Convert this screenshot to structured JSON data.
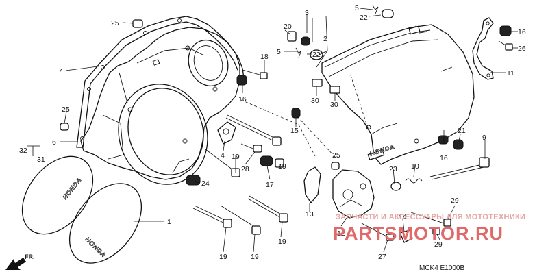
{
  "callouts": {
    "n1": "1",
    "n2": "2",
    "n3": "3",
    "n4": "4",
    "n5a": "5",
    "n5b": "5",
    "n6": "6",
    "n7": "7",
    "n9": "9",
    "n10": "10",
    "n11": "11",
    "n12": "12",
    "n13": "13",
    "n14": "14",
    "n15": "15",
    "n16a": "16",
    "n16b": "16",
    "n16c": "16",
    "n17": "17",
    "n18": "18",
    "n19a": "19",
    "n19b": "19",
    "n19c": "19",
    "n19d": "19",
    "n19e": "19",
    "n20": "20",
    "n21": "21",
    "n22a": "22",
    "n22b": "22",
    "n23": "23",
    "n24": "24",
    "n25a": "25",
    "n25b": "25",
    "n25c": "25",
    "n26": "26",
    "n27": "27",
    "n28": "28",
    "n29a": "29",
    "n29b": "29",
    "n30a": "30",
    "n30b": "30",
    "n31": "31",
    "n32": "32"
  },
  "emblems": {
    "cover_emblem_1": "HONDA",
    "cover_emblem_2": "HONDA",
    "side_cover_emblem": "HONDA"
  },
  "direction_arrow": "FR.",
  "watermark": {
    "line1": "ЗАПЧАСТИ И АКСЕССУАРЫ ДЛЯ МОТОТЕХНИКИ",
    "line2": "PARTSMOTOR.RU"
  },
  "diagram_code": "MCK4  E1000B"
}
